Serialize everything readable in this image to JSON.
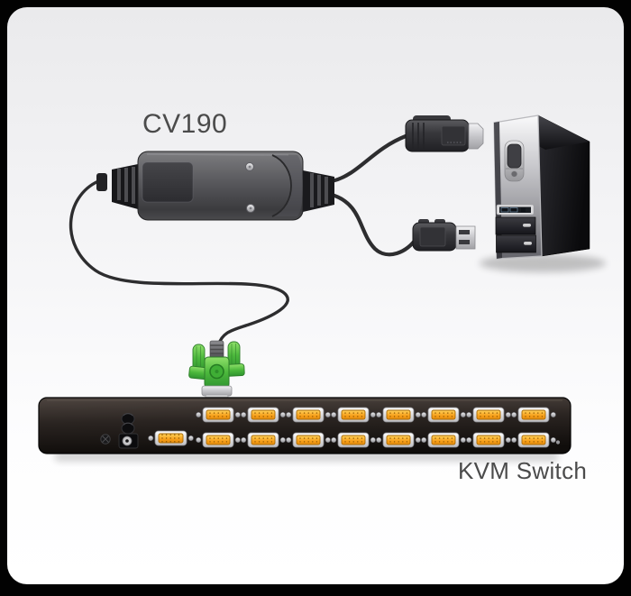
{
  "diagram": {
    "device_label": "CV190",
    "switch_label": "KVM Switch"
  },
  "components": {
    "adapter": "cv190-adapter",
    "hdmi_plug": "hdmi-plug-icon",
    "usb_plug": "usb-plug-icon",
    "vga_plug": "green-vga-plug-icon",
    "computer": "desktop-tower-icon",
    "kvm": "kvm-switch-icon"
  },
  "kvm_switch": {
    "port_rows": 2,
    "port_cols": 8,
    "total_cpu_ports": 16,
    "has_console_port": true
  },
  "colors": {
    "vga_green": "#4cb83c",
    "port_orange": "#f7a01a",
    "cable": "#2d2d2f",
    "panel_bg_top": "#ebebed",
    "panel_bg_bottom": "#ffffff",
    "outer_bg": "#020202",
    "label_text": "#4b4b4b"
  }
}
